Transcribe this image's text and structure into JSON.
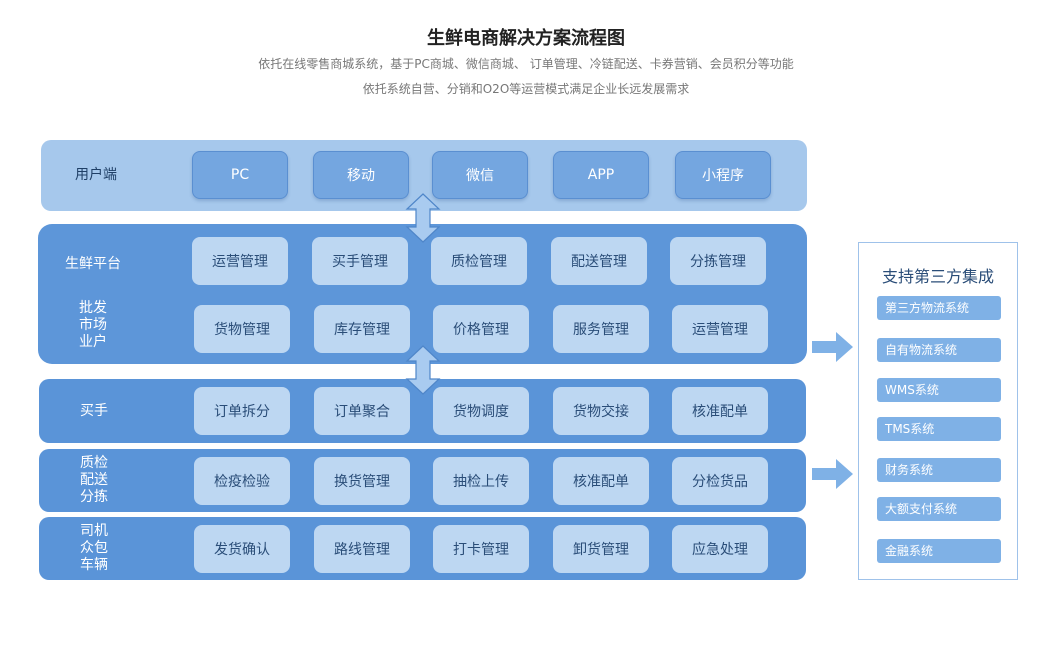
{
  "title": "生鲜电商解决方案流程图",
  "subtitle_lines": [
    "依托在线零售商城系统，基于PC商城、微信商城、 订单管理、冷链配送、卡券营销、会员积分等功能",
    "依托系统自营、分销和O2O等运营模式满足企业长远发展需求"
  ],
  "layers": [
    {
      "label_lines": [
        "用户端"
      ],
      "items": [
        "PC",
        "移动",
        "微信",
        "APP",
        "小程序"
      ]
    },
    {
      "label_lines": [
        "生鲜平台"
      ],
      "items": [
        "运营管理",
        "买手管理",
        "质检管理",
        "配送管理",
        "分拣管理"
      ]
    },
    {
      "label_lines": [
        "批发",
        "市场",
        "业户"
      ],
      "items": [
        "货物管理",
        "库存管理",
        "价格管理",
        "服务管理",
        "运营管理"
      ]
    },
    {
      "label_lines": [
        "买手"
      ],
      "items": [
        "订单拆分",
        "订单聚合",
        "货物调度",
        "货物交接",
        "核准配单"
      ]
    },
    {
      "label_lines": [
        "质检",
        "配送",
        "分拣"
      ],
      "items": [
        "检疫检验",
        "换货管理",
        "抽检上传",
        "核准配单",
        "分检货品"
      ]
    },
    {
      "label_lines": [
        "司机",
        "众包",
        "车辆"
      ],
      "items": [
        "发货确认",
        "路线管理",
        "打卡管理",
        "卸货管理",
        "应急处理"
      ]
    }
  ],
  "integration": {
    "title": "支持第三方集成",
    "items": [
      "第三方物流系统",
      "自有物流系统",
      "WMS系统",
      "TMS系统",
      "财务系统",
      "大额支付系统",
      "金融系统"
    ]
  },
  "colors": {
    "user_band": "#a6c8ec",
    "platform_band": "#5d96d9",
    "box_light": "#bdd7f2",
    "box_user": "#74a6e0",
    "side_item": "#7fb1e6",
    "arrow": "#7fb1e6"
  }
}
